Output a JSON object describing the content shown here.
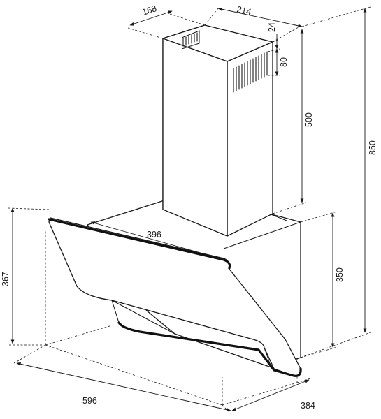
{
  "dimensions": {
    "chimney_depth": "168",
    "chimney_width": "214",
    "vent_offset": "24",
    "vent_height": "80",
    "chimney_height": "500",
    "total_height": "850",
    "body_depth": "396",
    "glass_height": "367",
    "body_height": "350",
    "width": "596",
    "depth": "384"
  },
  "colors": {
    "line": "#1a1a1a",
    "background": "#ffffff"
  }
}
